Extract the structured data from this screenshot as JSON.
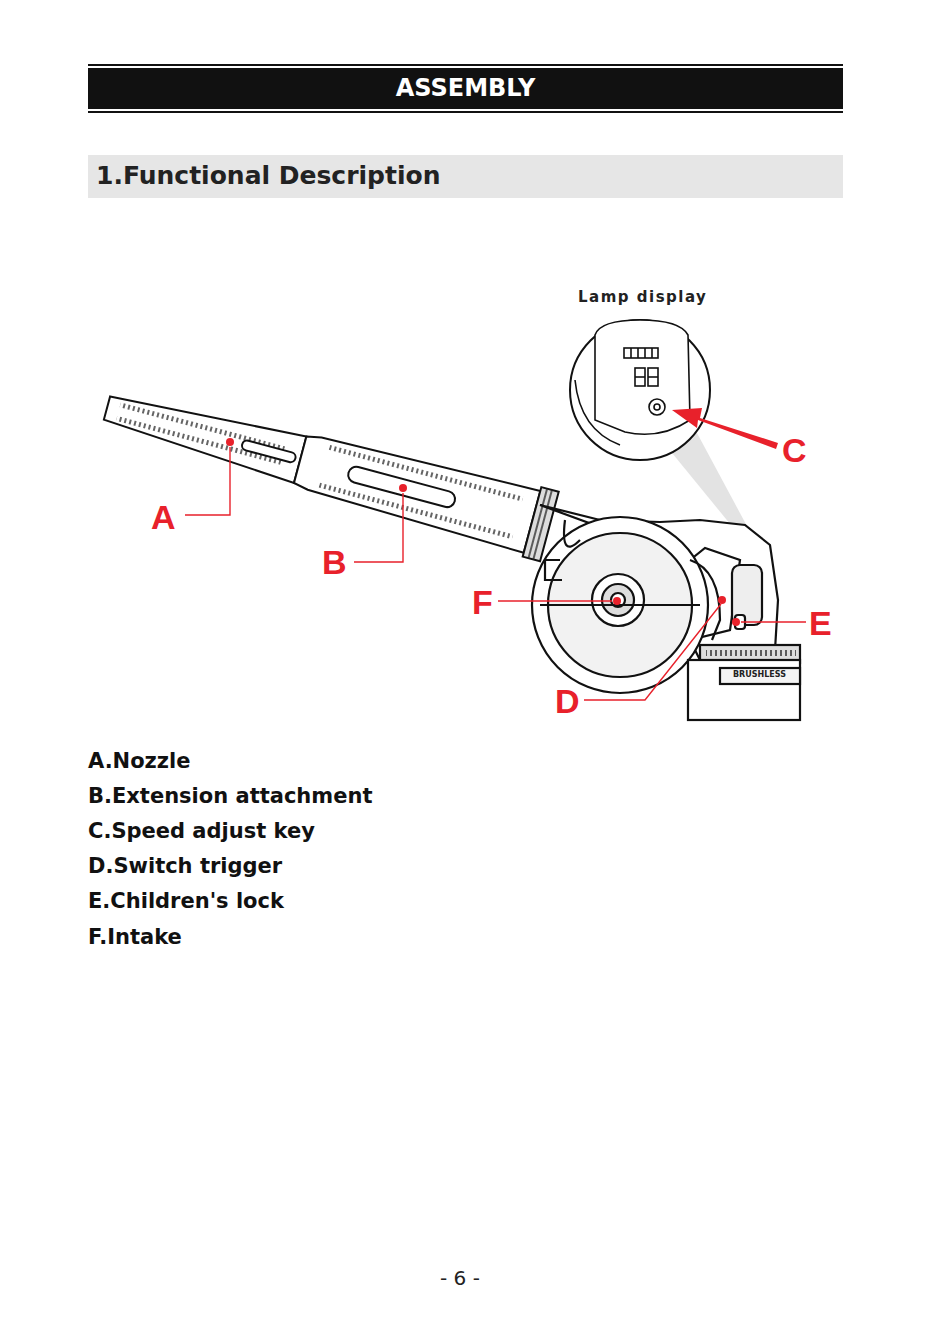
{
  "diagram": {
    "title": "ASSEMBLY",
    "nodes": [
      {
        "text": [
          "1.Functional Description"
        ]
      }
    ],
    "labels": [
      "Lamp display",
      "C",
      "A",
      "B",
      "F",
      "E",
      "D",
      "BRUSHLESS",
      "A.Nozzle",
      "B.Extension attachment",
      "C.Speed adjust key",
      "D.Switch trigger",
      "E.Children's lock",
      "F.Intake",
      "- 6 -"
    ]
  }
}
